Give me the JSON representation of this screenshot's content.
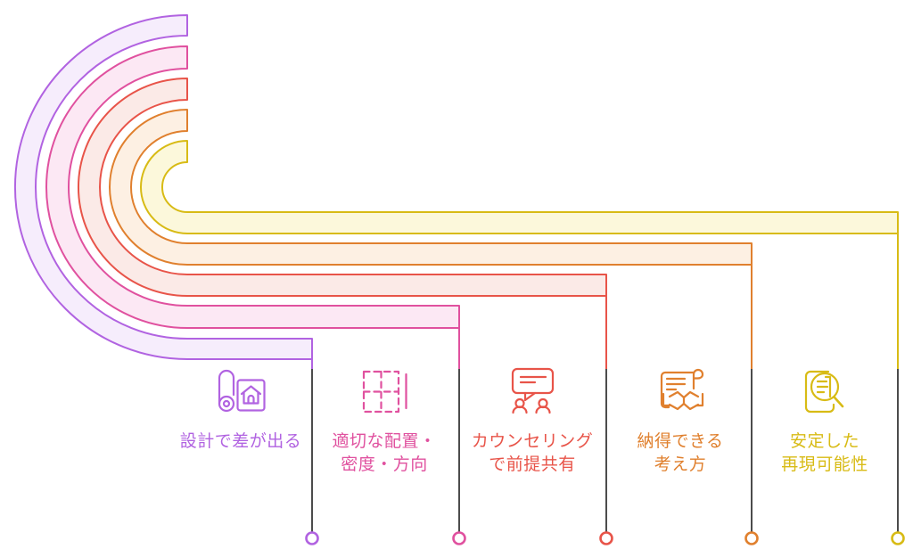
{
  "canvas": {
    "background": "#ffffff",
    "connector_color": "#4c4c4c"
  },
  "items": [
    {
      "index": 1,
      "color": "#b163e1",
      "fill": "#f6edfc",
      "icon": "blueprint-house-icon",
      "label_line1": "設計で差が出る"
    },
    {
      "index": 2,
      "color": "#e0519f",
      "fill": "#fce8f4",
      "icon": "layout-grid-icon",
      "label_line1": "適切な配置・",
      "label_line2": "密度・方向"
    },
    {
      "index": 3,
      "color": "#e85449",
      "fill": "#fbeae7",
      "icon": "counseling-chat-icon",
      "label_line1": "カウンセリング",
      "label_line2": "で前提共有"
    },
    {
      "index": 4,
      "color": "#e0802e",
      "fill": "#fdf0e3",
      "icon": "document-handshake-icon",
      "label_line1": "納得できる",
      "label_line2": "考え方"
    },
    {
      "index": 5,
      "color": "#d8bb15",
      "fill": "#fcf8db",
      "icon": "document-search-icon",
      "label_line1": "安定した",
      "label_line2": "再現可能性"
    }
  ]
}
